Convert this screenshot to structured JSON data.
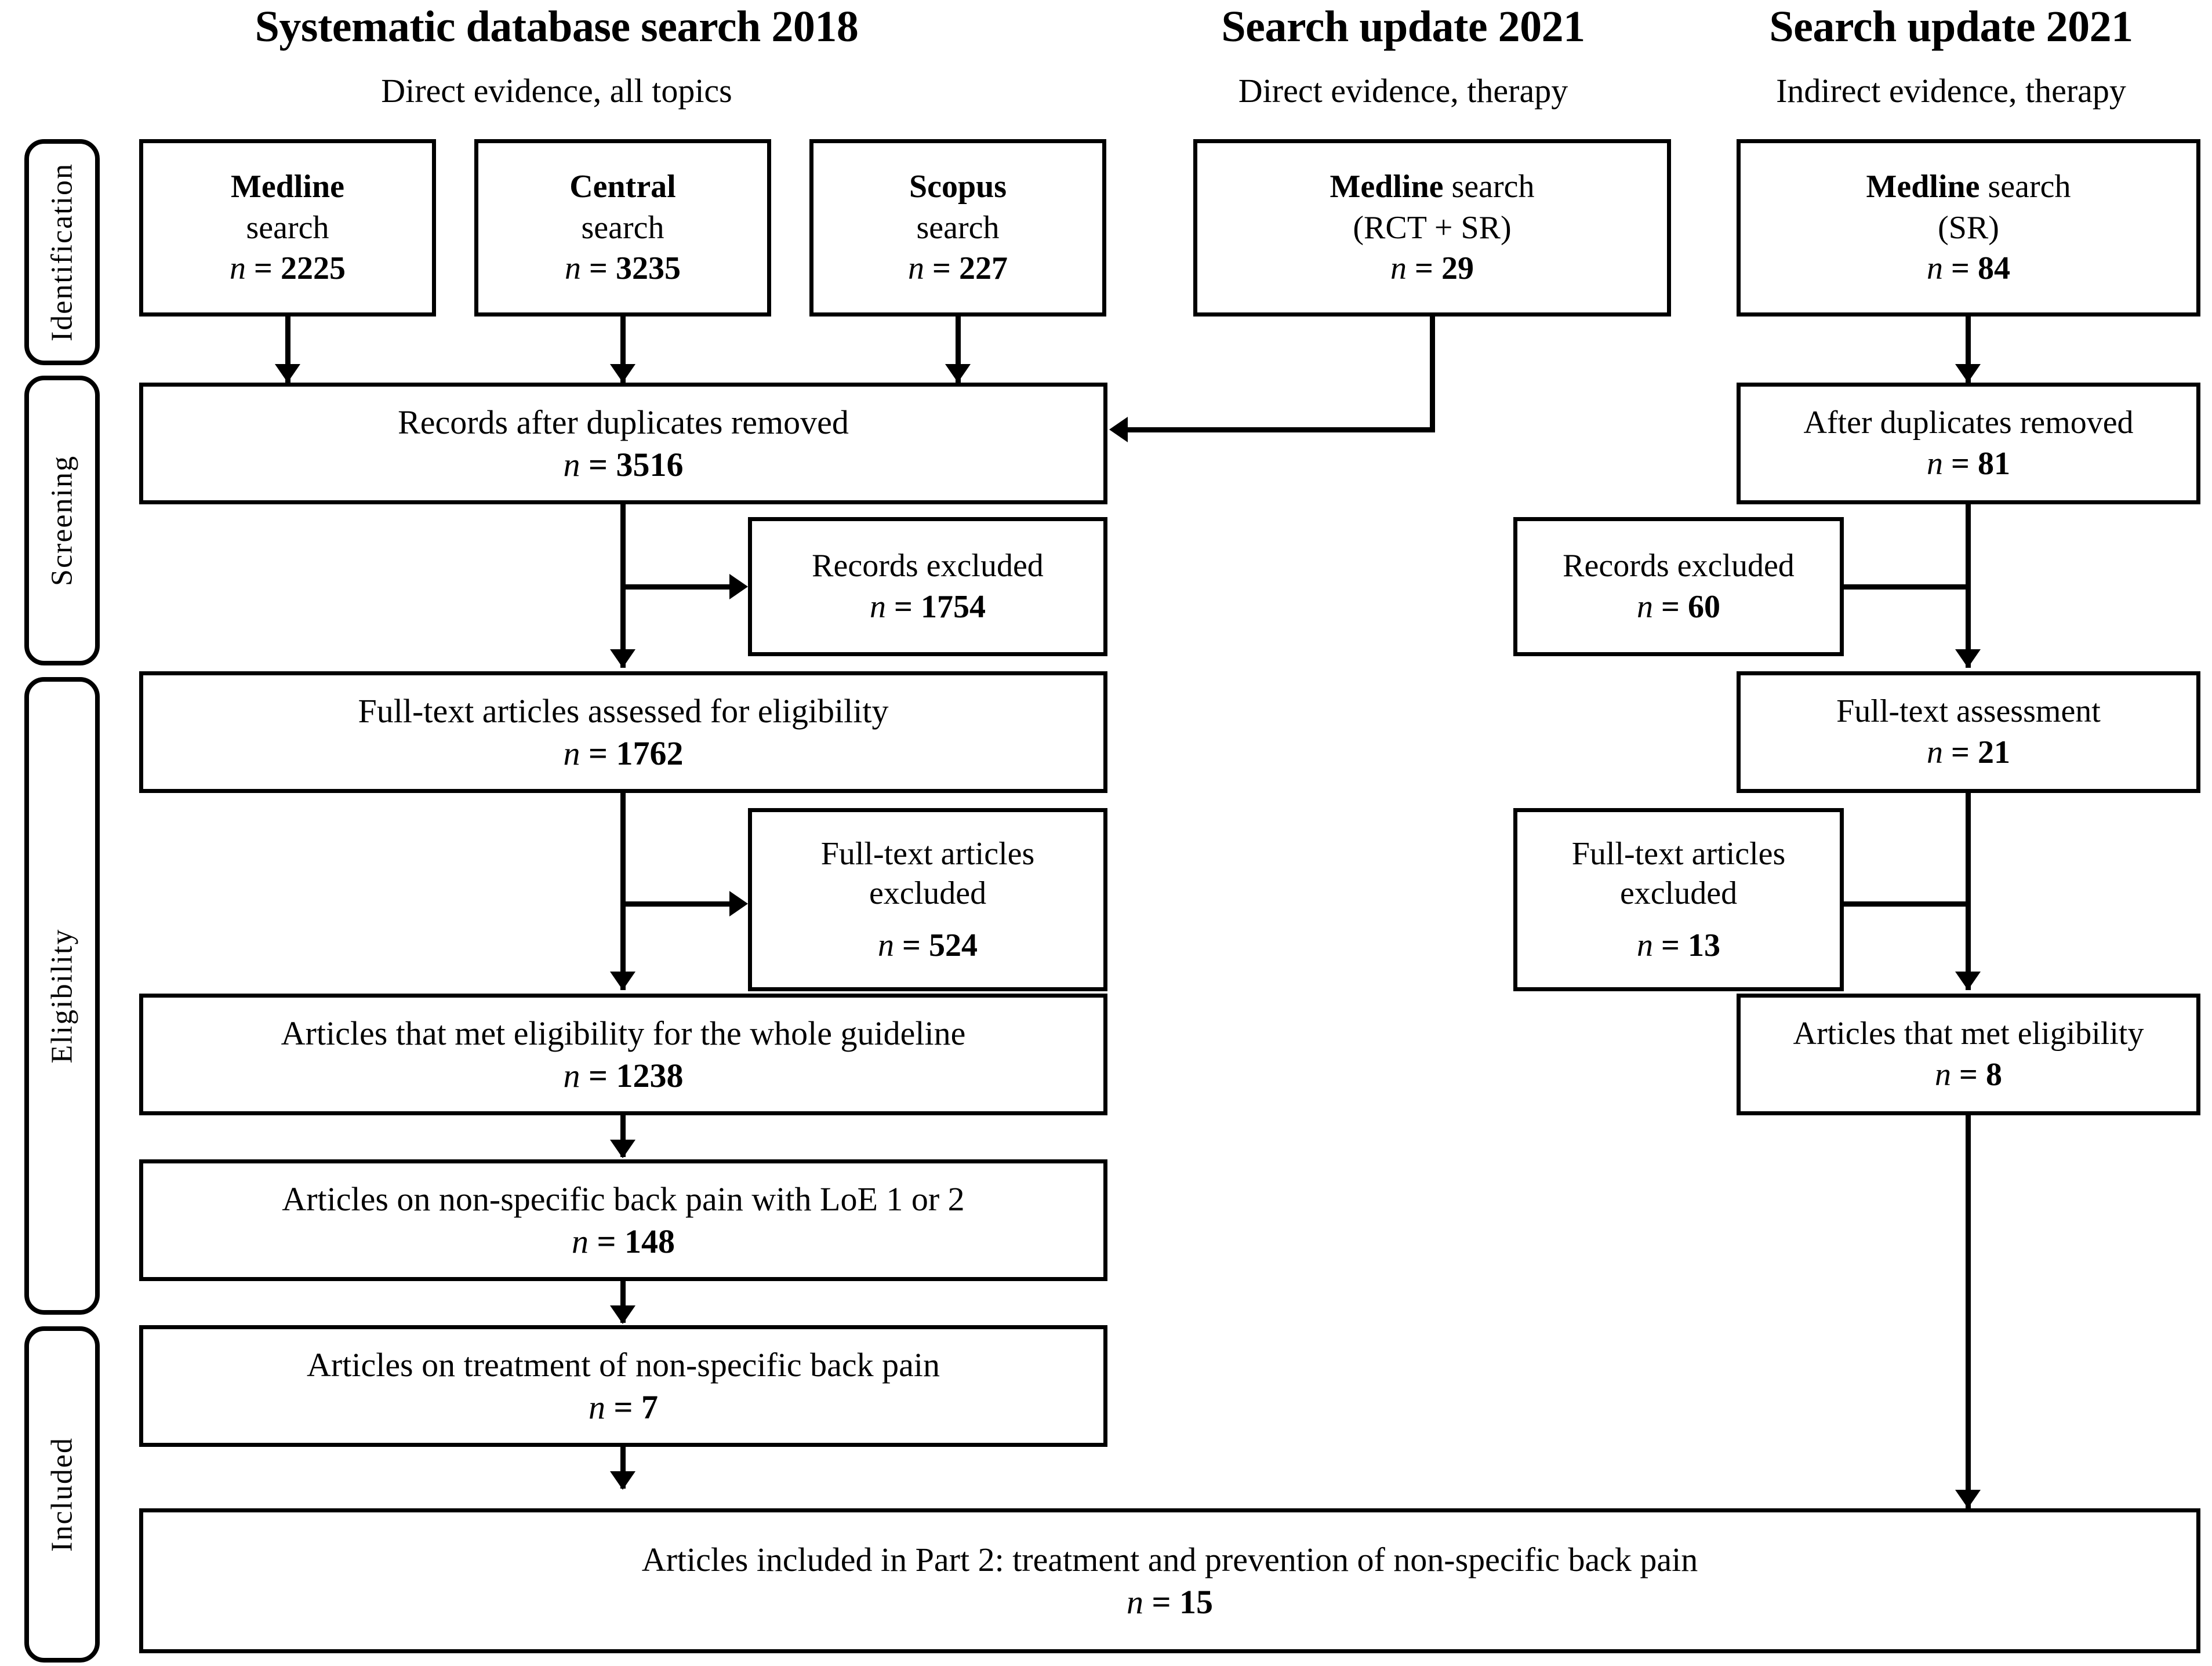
{
  "columns": [
    {
      "id": "col-left",
      "title": "Systematic database search 2018",
      "subtitle": "Direct evidence, all topics"
    },
    {
      "id": "col-mid",
      "title": "Search update 2021",
      "subtitle": "Direct evidence, therapy"
    },
    {
      "id": "col-right",
      "title": "Search update 2021",
      "subtitle": "Indirect evidence, therapy"
    }
  ],
  "stages": [
    {
      "id": "identification",
      "label": "Identification"
    },
    {
      "id": "screening",
      "label": "Screening"
    },
    {
      "id": "eligibility",
      "label": "Eligibility"
    },
    {
      "id": "included",
      "label": "Included"
    }
  ],
  "boxes": {
    "medline_2018": {
      "line1_strong": "Medline",
      "line2": "search",
      "n_label": "n",
      "n_value": "= 2225"
    },
    "central_2018": {
      "line1_strong": "Central",
      "line2": "search",
      "n_label": "n",
      "n_value": "= 3235"
    },
    "scopus_2018": {
      "line1_strong": "Scopus",
      "line2": "search",
      "n_label": "n",
      "n_value": "= 227"
    },
    "medline_2021_direct": {
      "line1_strong": "Medline",
      "line1_rest": " search",
      "line2": "(RCT + SR)",
      "n_label": "n",
      "n_value": "= 29"
    },
    "medline_2021_indirect": {
      "line1_strong": "Medline",
      "line1_rest": " search",
      "line2": "(SR)",
      "n_label": "n",
      "n_value": "= 84"
    },
    "records_after_dup_left": {
      "line1": "Records after duplicates removed",
      "n_label": "n",
      "n_value": "= 3516"
    },
    "records_after_dup_right": {
      "line1": "After duplicates removed",
      "n_label": "n",
      "n_value": "= 81"
    },
    "records_excluded_left": {
      "line1": "Records excluded",
      "n_label": "n",
      "n_value": "= 1754"
    },
    "records_excluded_right": {
      "line1": "Records excluded",
      "n_label": "n",
      "n_value": "= 60"
    },
    "fulltext_assessed_left": {
      "line1": "Full-text articles assessed for eligibility",
      "n_label": "n",
      "n_value": "= 1762"
    },
    "fulltext_assessed_right": {
      "line1": "Full-text assessment",
      "n_label": "n",
      "n_value": "= 21"
    },
    "fulltext_excluded_left": {
      "line1": "Full-text articles",
      "line2": "excluded",
      "n_label": "n",
      "n_value": "= 524"
    },
    "fulltext_excluded_right": {
      "line1": "Full-text articles",
      "line2": "excluded",
      "n_label": "n",
      "n_value": "= 13"
    },
    "met_eligibility_left": {
      "line1": "Articles that met eligibility for the whole guideline",
      "n_label": "n",
      "n_value": "= 1238"
    },
    "met_eligibility_right": {
      "line1": "Articles that met eligibility",
      "n_label": "n",
      "n_value": "= 8"
    },
    "loe_articles": {
      "line1": "Articles on non-specific back pain with LoE 1 or 2",
      "n_label": "n",
      "n_value": "= 148"
    },
    "treatment_articles": {
      "line1": "Articles on treatment of non-specific back pain",
      "n_label": "n",
      "n_value": "= 7"
    },
    "final_included": {
      "line1": "Articles included in Part 2: treatment and prevention of non-specific back pain",
      "n_label": "n",
      "n_value": "= 15"
    }
  }
}
